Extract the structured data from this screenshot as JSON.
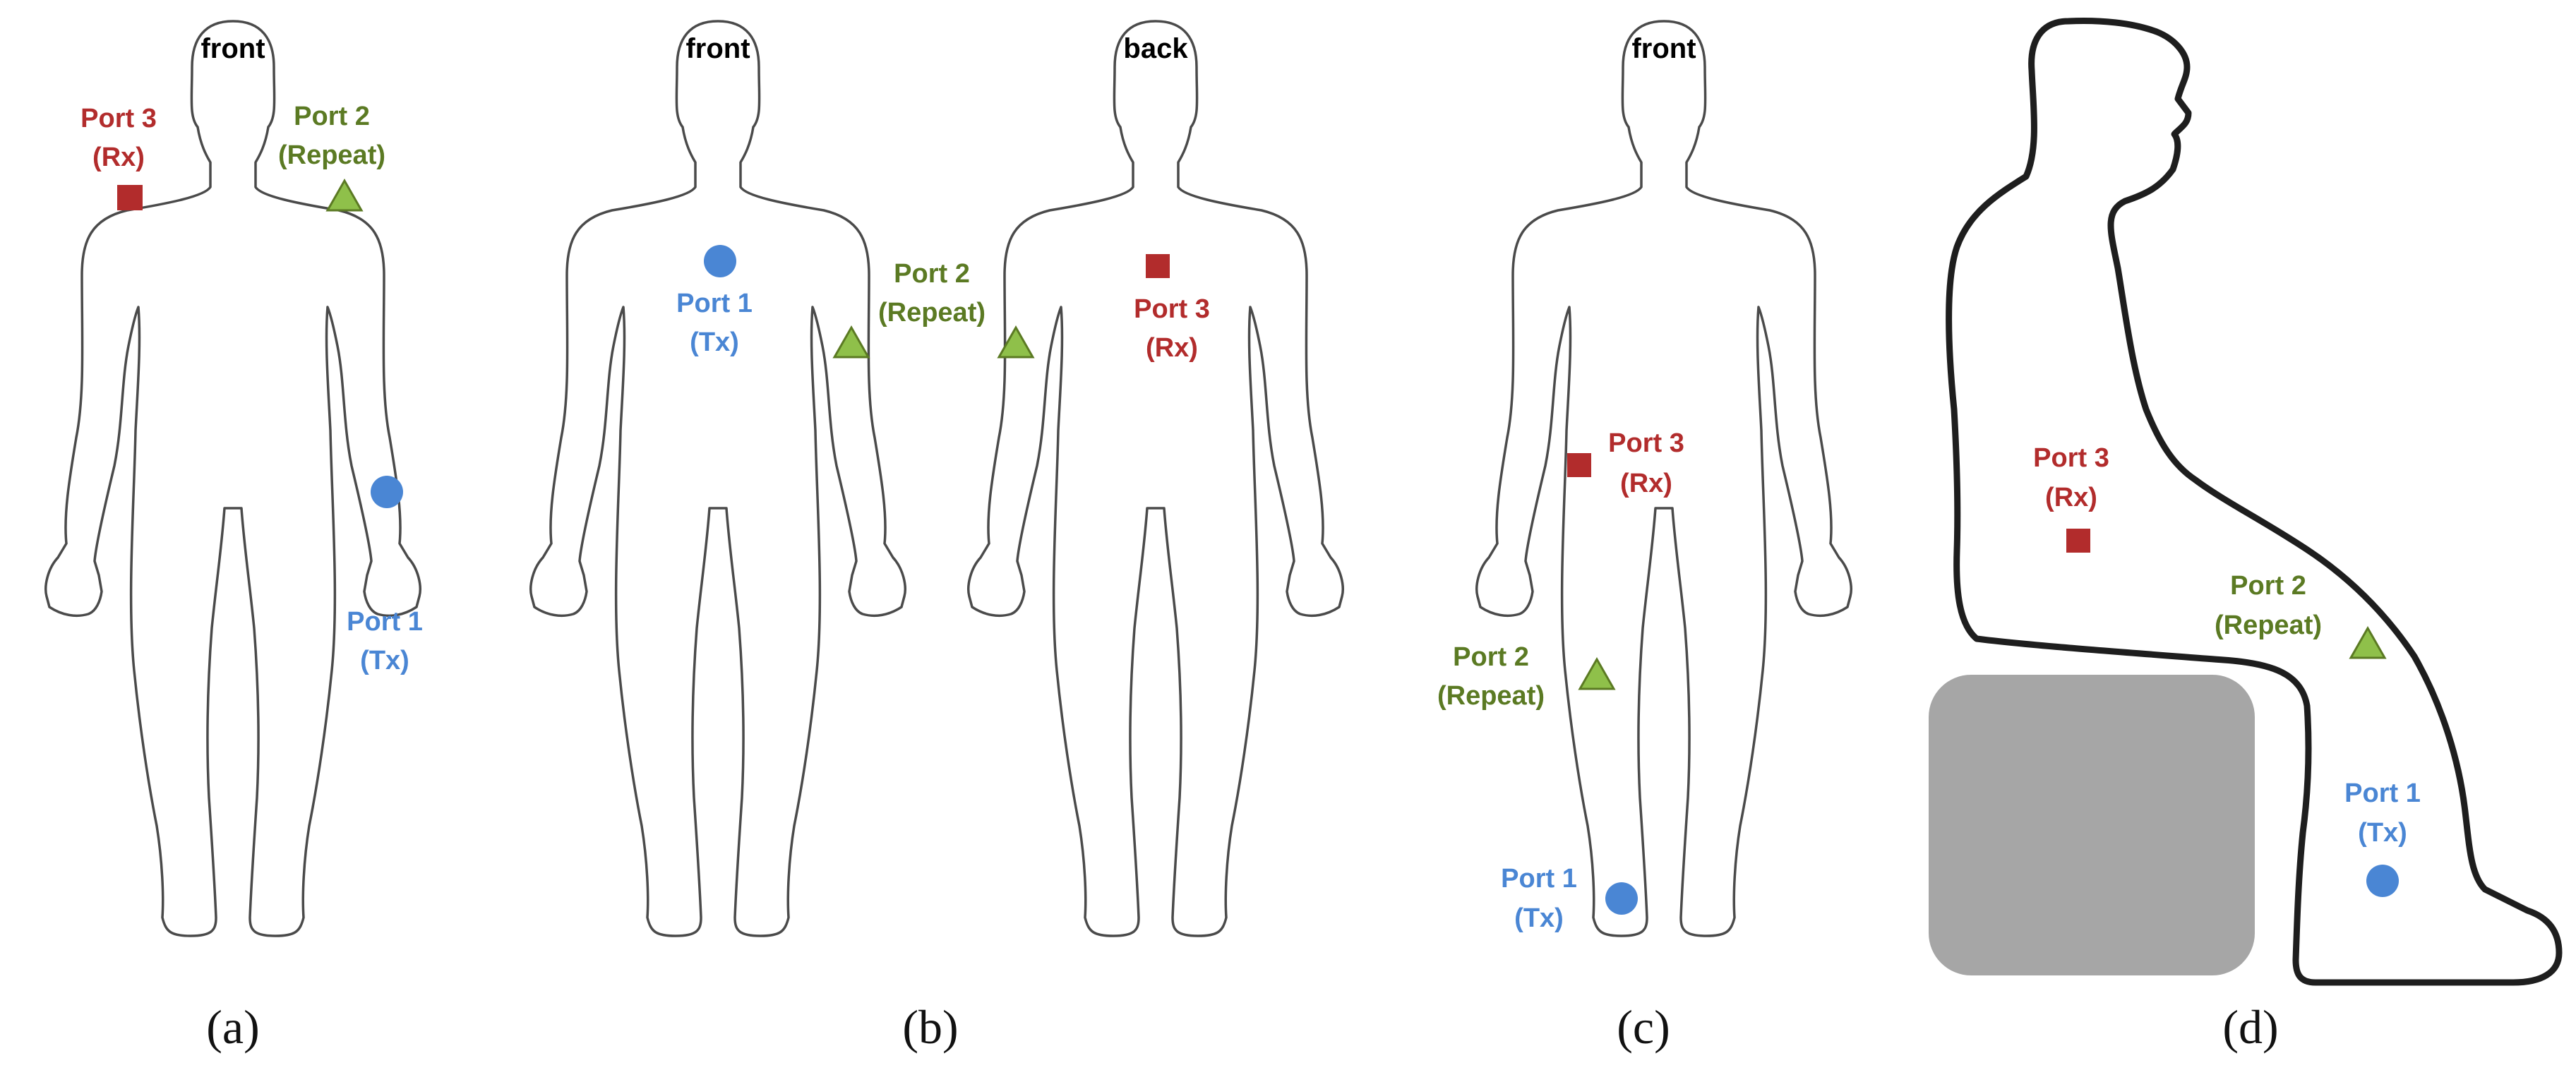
{
  "colors": {
    "tx": "#4a86d4",
    "repeat": "#5b7a23",
    "repeat_fill": "#8fc04a",
    "rx": "#b22c2c",
    "outline": "#4a4a4a",
    "seat": "#a6a6a6"
  },
  "panels": {
    "a": {
      "caption": "(a)",
      "view": "front",
      "port3": {
        "name": "Port 3",
        "role": "(Rx)"
      },
      "port2": {
        "name": "Port 2",
        "role": "(Repeat)"
      },
      "port1": {
        "name": "Port 1",
        "role": "(Tx)"
      }
    },
    "b": {
      "caption": "(b)",
      "view_front": "front",
      "view_back": "back",
      "port1": {
        "name": "Port 1",
        "role": "(Tx)"
      },
      "port2": {
        "name": "Port 2",
        "role": "(Repeat)"
      },
      "port3": {
        "name": "Port 3",
        "role": "(Rx)"
      }
    },
    "c": {
      "caption": "(c)",
      "view": "front",
      "port3": {
        "name": "Port 3",
        "role": "(Rx)"
      },
      "port2": {
        "name": "Port 2",
        "role": "(Repeat)"
      },
      "port1": {
        "name": "Port 1",
        "role": "(Tx)"
      }
    },
    "d": {
      "caption": "(d)",
      "port3": {
        "name": "Port 3",
        "role": "(Rx)"
      },
      "port2": {
        "name": "Port 2",
        "role": "(Repeat)"
      },
      "port1": {
        "name": "Port 1",
        "role": "(Tx)"
      }
    }
  }
}
